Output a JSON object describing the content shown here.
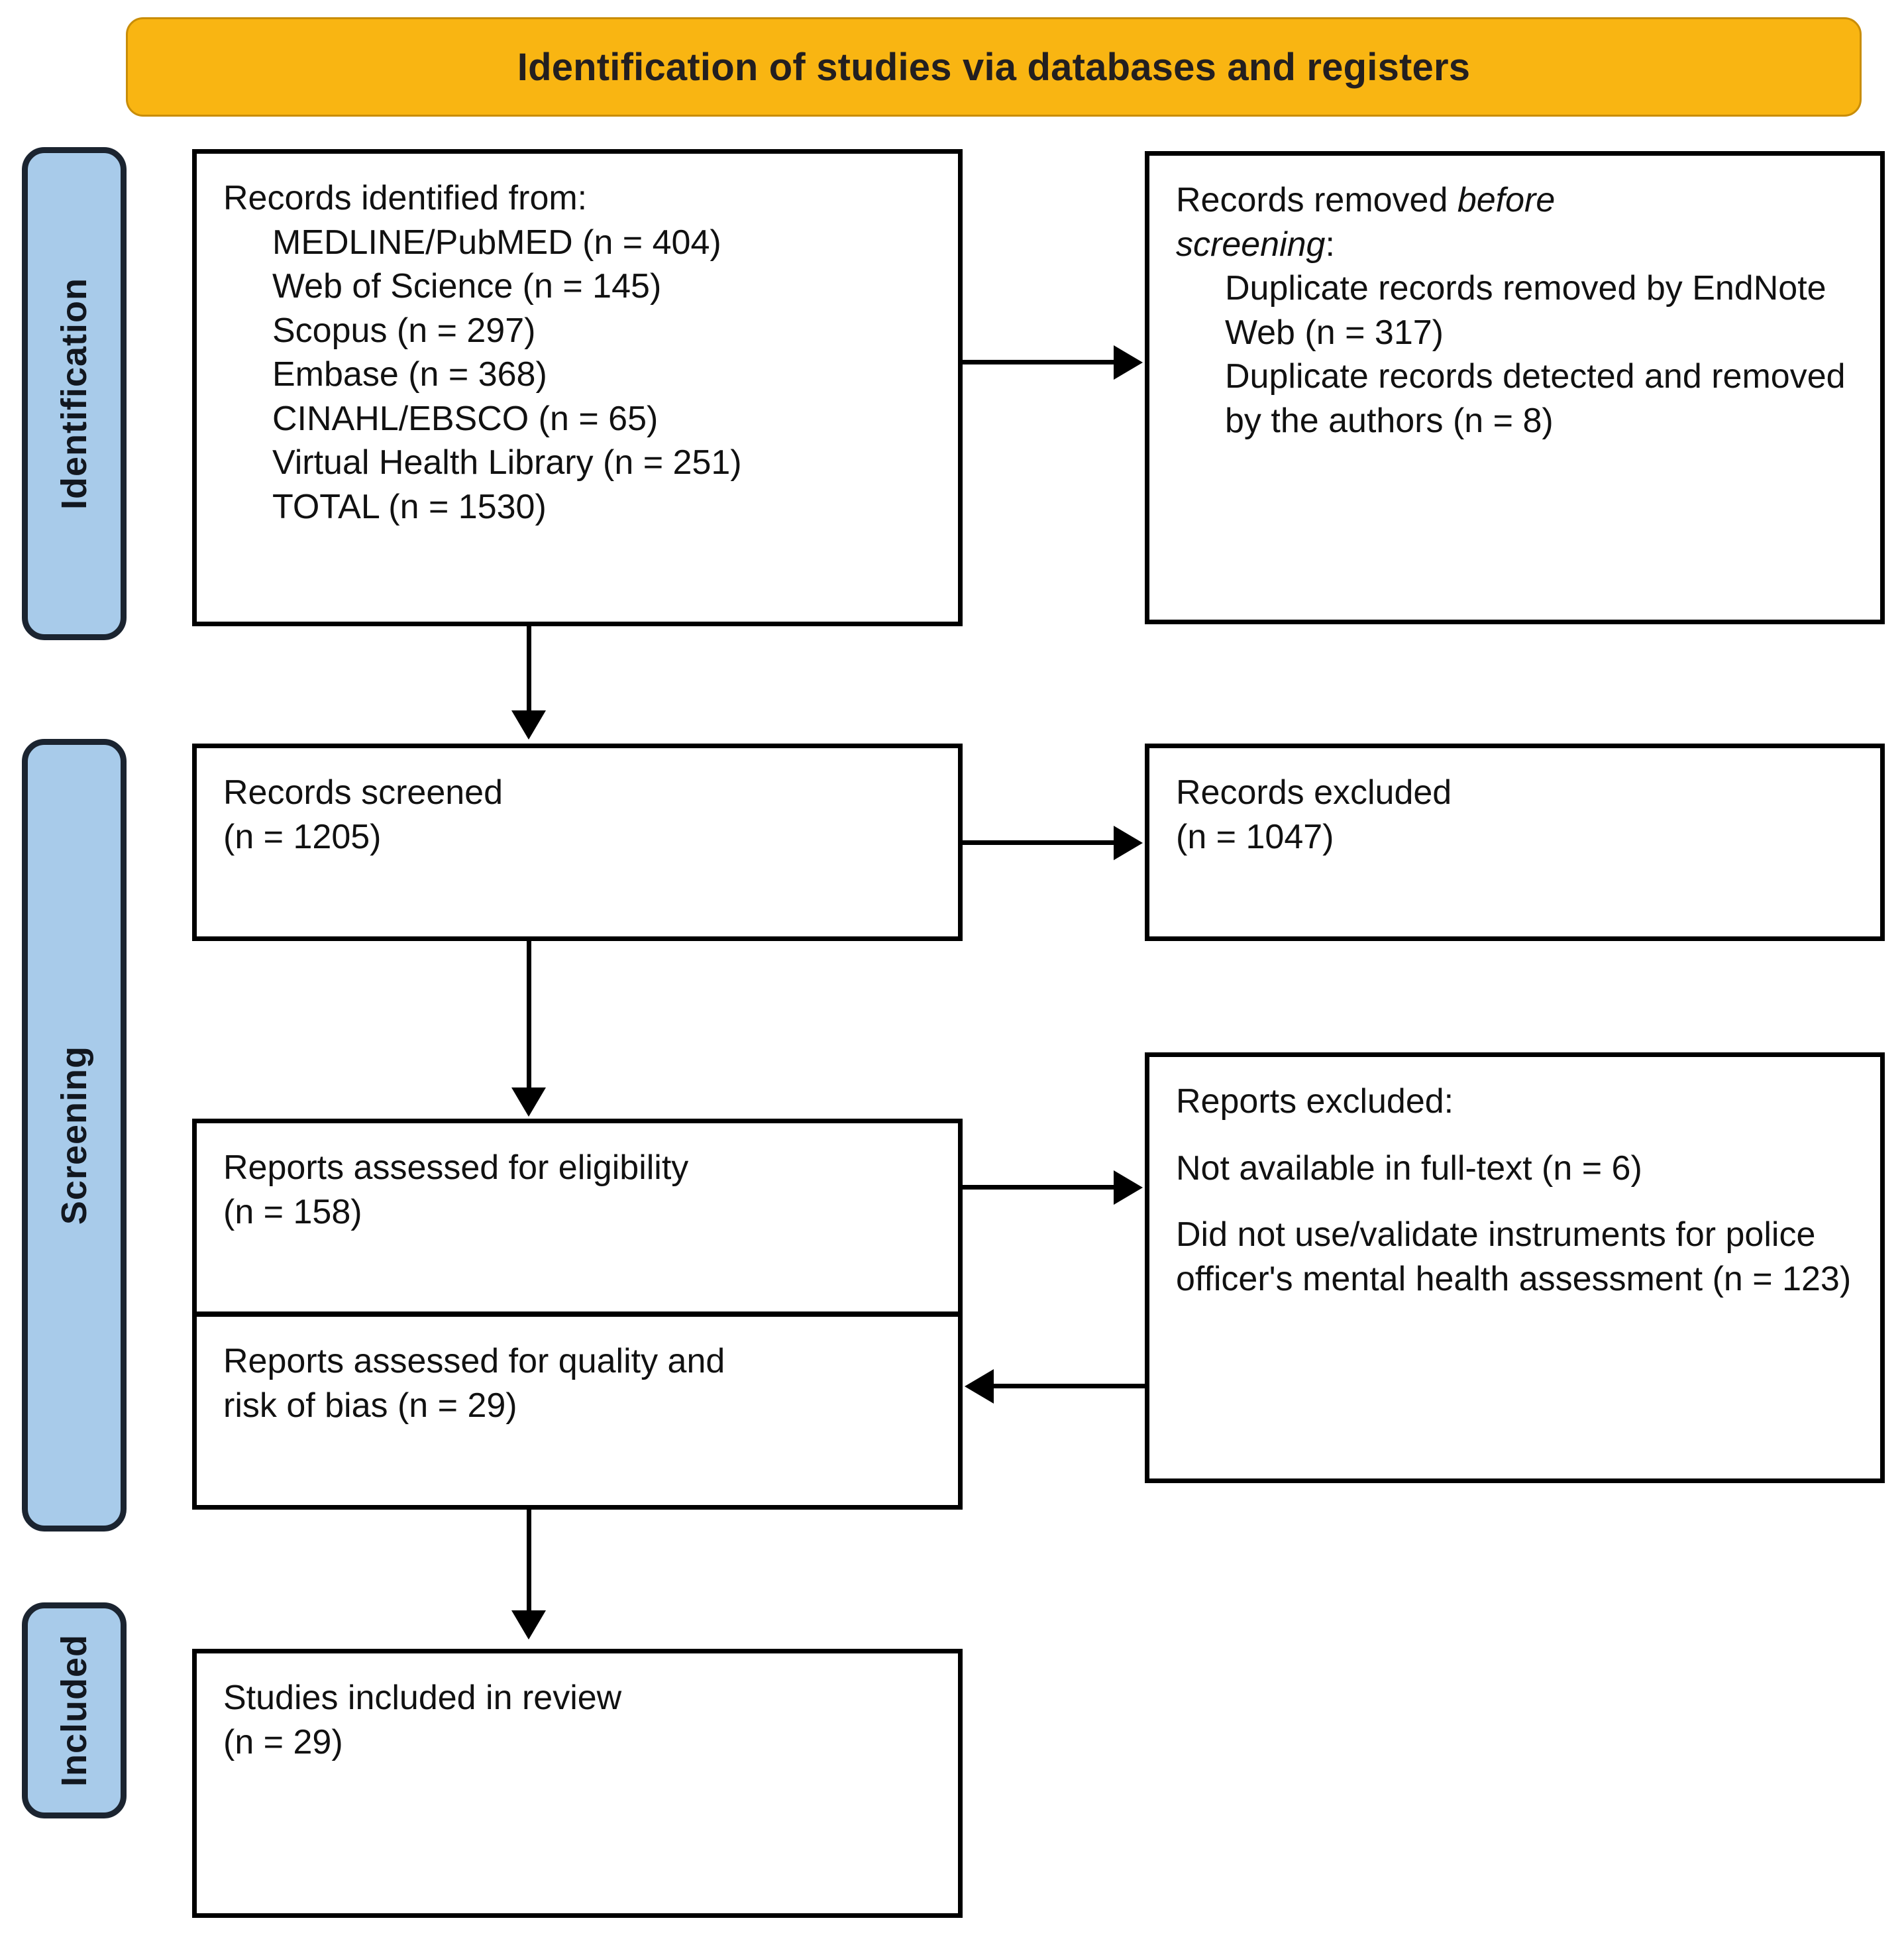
{
  "header": {
    "title": "Identification of studies via databases and registers",
    "background_color": "#F9B512",
    "border_color": "#C98D08"
  },
  "phases": [
    {
      "key": "identification",
      "label": "Identification"
    },
    {
      "key": "screening",
      "label": "Screening"
    },
    {
      "key": "included",
      "label": "Included"
    }
  ],
  "phase_pill_colors": {
    "fill": "#A8CBEA",
    "border": "#1B2430"
  },
  "boxes": {
    "records_identified": {
      "heading": "Records identified from:",
      "items": [
        "MEDLINE/PubMED (n = 404)",
        "Web of Science (n = 145)",
        "Scopus (n = 297)",
        "Embase (n = 368)",
        "CINAHL/EBSCO (n = 65)",
        "Virtual Health Library (n = 251)",
        "TOTAL (n = 1530)"
      ]
    },
    "records_removed": {
      "heading_plain_1": "Records removed ",
      "heading_italic_1": "before",
      "heading_italic_2": "screening",
      "heading_plain_2": ":",
      "items": [
        "Duplicate records removed by EndNote Web (n = 317)",
        "Duplicate records detected and removed by the authors (n = 8)"
      ]
    },
    "records_screened": {
      "line1": "Records screened",
      "line2": "(n = 1205)"
    },
    "records_excluded": {
      "line1": "Records excluded",
      "line2": "(n = 1047)"
    },
    "reports_eligibility": {
      "line1": "Reports assessed for eligibility",
      "line2": "(n = 158)"
    },
    "reports_excluded": {
      "heading": "Reports excluded:",
      "reason1": "Not available in full-text (n = 6)",
      "reason2": "Did not use/validate instruments for police officer's mental health assessment (n = 123)"
    },
    "reports_quality": {
      "line1": "Reports assessed for quality and",
      "line2": "risk of bias (n = 29)"
    },
    "studies_included": {
      "line1": "Studies included in review",
      "line2": "(n = 29)"
    }
  },
  "connectors": [
    {
      "name": "identified-to-removed",
      "direction": "right"
    },
    {
      "name": "identified-to-screened",
      "direction": "down"
    },
    {
      "name": "screened-to-excluded",
      "direction": "right"
    },
    {
      "name": "screened-to-eligibility",
      "direction": "down"
    },
    {
      "name": "eligibility-to-reports-excluded",
      "direction": "right"
    },
    {
      "name": "reports-excluded-to-quality",
      "direction": "left"
    },
    {
      "name": "quality-to-included",
      "direction": "down"
    }
  ],
  "chart_data": {
    "type": "table",
    "title": "PRISMA 2020 flow diagram: Identification of studies via databases and registers",
    "stages": [
      {
        "stage": "Identification",
        "label": "MEDLINE/PubMED",
        "n": 404
      },
      {
        "stage": "Identification",
        "label": "Web of Science",
        "n": 145
      },
      {
        "stage": "Identification",
        "label": "Scopus",
        "n": 297
      },
      {
        "stage": "Identification",
        "label": "Embase",
        "n": 368
      },
      {
        "stage": "Identification",
        "label": "CINAHL/EBSCO",
        "n": 65
      },
      {
        "stage": "Identification",
        "label": "Virtual Health Library",
        "n": 251
      },
      {
        "stage": "Identification",
        "label": "TOTAL records identified",
        "n": 1530
      },
      {
        "stage": "Identification",
        "label": "Duplicate records removed by EndNote Web",
        "n": 317
      },
      {
        "stage": "Identification",
        "label": "Duplicate records detected and removed by the authors",
        "n": 8
      },
      {
        "stage": "Screening",
        "label": "Records screened",
        "n": 1205
      },
      {
        "stage": "Screening",
        "label": "Records excluded",
        "n": 1047
      },
      {
        "stage": "Screening",
        "label": "Reports assessed for eligibility",
        "n": 158
      },
      {
        "stage": "Screening",
        "label": "Reports excluded: not available in full-text",
        "n": 6
      },
      {
        "stage": "Screening",
        "label": "Reports excluded: did not use/validate instruments for police officer's mental health assessment",
        "n": 123
      },
      {
        "stage": "Screening",
        "label": "Reports assessed for quality and risk of bias",
        "n": 29
      },
      {
        "stage": "Included",
        "label": "Studies included in review",
        "n": 29
      }
    ]
  }
}
